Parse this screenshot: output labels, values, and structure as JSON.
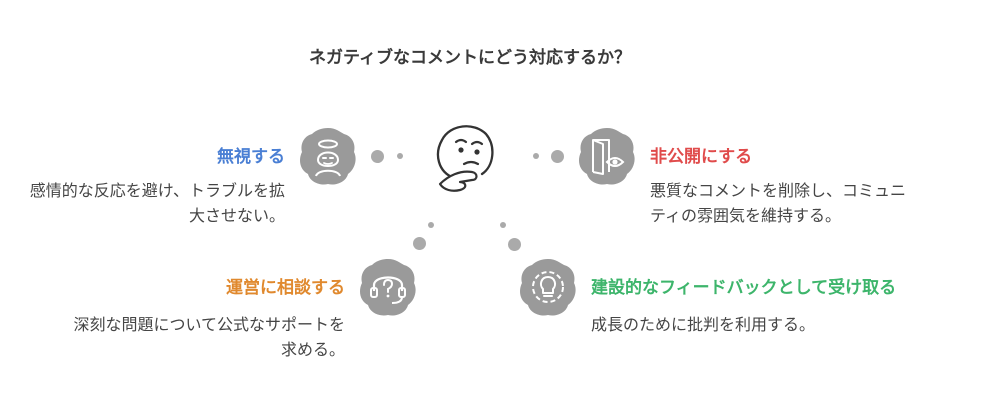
{
  "title": "ネガティブなコメントにどう対応するか？",
  "options": {
    "ignore": {
      "heading": "無視する",
      "description": "感情的な反応を避け、トラブルを拡大させない。",
      "color": "#4a7fd4",
      "icon": "angel-face-icon"
    },
    "hide": {
      "heading": "非公開にする",
      "description": "悪質なコメントを削除し、コミュニティの雰囲気を維持する。",
      "color": "#e04b4b",
      "icon": "door-eye-icon"
    },
    "consult": {
      "heading": "運営に相談する",
      "description": "深刻な問題について公式なサポートを求める。",
      "color": "#e0892e",
      "icon": "headset-question-icon"
    },
    "feedback": {
      "heading": "建設的なフィードバックとして受け取る",
      "description": "成長のために批判を利用する。",
      "color": "#3db56b",
      "icon": "gear-bulb-icon"
    }
  },
  "center_icon": "thinking-face-icon"
}
